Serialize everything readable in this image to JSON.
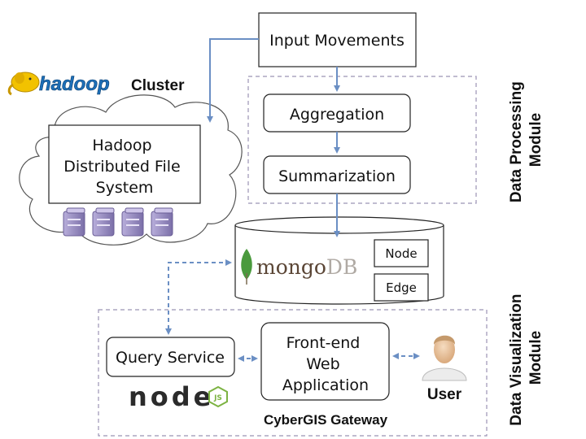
{
  "nodes": {
    "input_movements": "Input Movements",
    "aggregation": "Aggregation",
    "summarization": "Summarization",
    "hdfs": [
      "Hadoop",
      "Distributed File",
      "System"
    ],
    "hadoop_logo": "hadoop",
    "hadoop_cluster": "Cluster",
    "mongo_logo": "mongo",
    "mongo_logo_db": "DB",
    "node": "Node",
    "edge": "Edge",
    "query_service": "Query Service",
    "frontend": [
      "Front-end",
      "Web",
      "Application"
    ],
    "user": "User",
    "nodejs_logo": "node",
    "nodejs_badge": "JS",
    "gateway": "CyberGIS Gateway"
  },
  "modules": {
    "data_processing": [
      "Data Processing",
      "Module"
    ],
    "data_visualization": [
      "Data Visualization",
      "Module"
    ]
  },
  "colors": {
    "arrow": "#6b8fc4",
    "dashed_frame": "#9b93b5",
    "server_icon": "#8f82b8",
    "mongo_leaf": "#4a9a3d",
    "mongo_text": "#5b4636",
    "hadoop_yellow": "#f2c200",
    "hadoop_blue": "#1d6fb8",
    "nodejs_green": "#7cb342"
  }
}
